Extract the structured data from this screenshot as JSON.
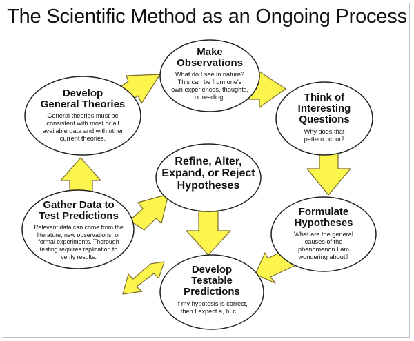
{
  "title": "The Scientific Method as an Ongoing Process",
  "colors": {
    "arrow_fill": "#fbf54d",
    "arrow_stroke": "#7a6a2a",
    "ellipse_stroke": "#222222"
  },
  "nodes": {
    "make_observations": {
      "heading": "Make\nObservations",
      "text": "What do I see in nature?\nThis can be from one's\nown experiences, thoughts,\nor reading."
    },
    "think_questions": {
      "heading": "Think of\nInteresting\nQuestions",
      "text": "Why does that\npattern occur?"
    },
    "formulate_hypotheses": {
      "heading": "Formulate\nHypotheses",
      "text": "What are the general\ncauses of the\nphenomenon I am\nwondering about?"
    },
    "develop_predictions": {
      "heading": "Develop\nTestable\nPredictions",
      "text": "If my hypotesis is correct,\nthen I expect a, b, c,..."
    },
    "gather_data": {
      "heading": "Gather Data to\nTest Predictions",
      "text": "Relevant data can come from the\nliterature, new observations, or\nformal experiments.  Thorough\ntesting requires replication to\nverify results."
    },
    "develop_theories": {
      "heading": "Develop\nGeneral Theories",
      "text": "General theories must be\nconsistent with most or all\navailable data and with other\ncurrent theories."
    },
    "refine_hypotheses": {
      "heading": "Refine, Alter,\nExpand, or Reject\nHypotheses",
      "text": ""
    }
  }
}
